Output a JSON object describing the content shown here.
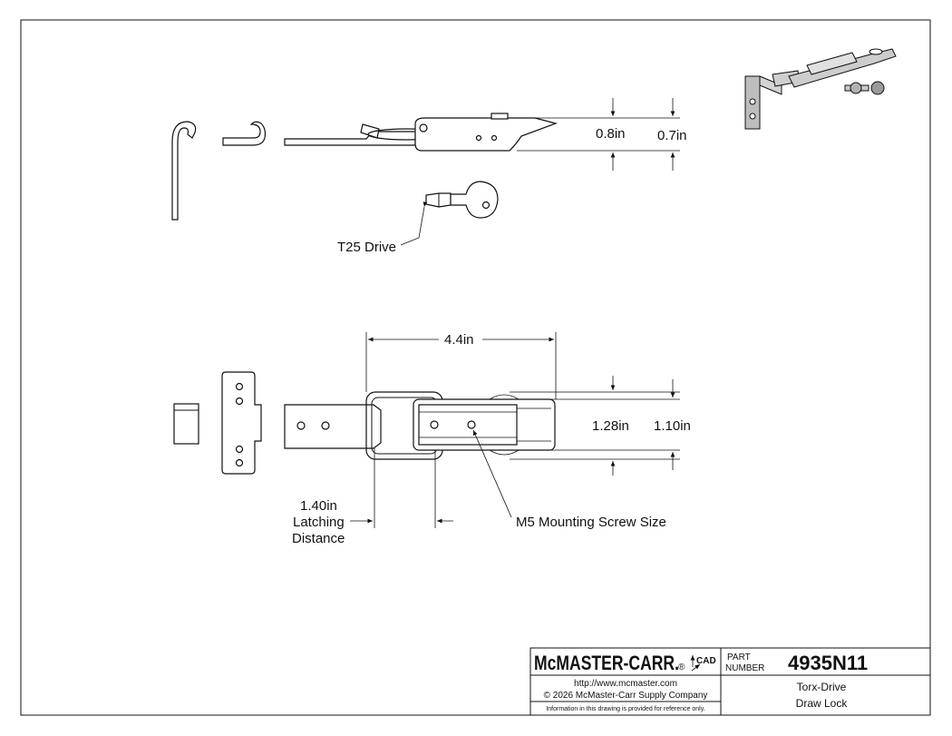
{
  "labels": {
    "t25_drive": "T25 Drive",
    "dim_width": "4.4in",
    "dim_h_side1": "0.8in",
    "dim_h_side2": "0.7in",
    "dim_h_front1": "1.28in",
    "dim_h_front2": "1.10in",
    "latching_value": "1.40in",
    "latching_line1": "Latching",
    "latching_line2": "Distance",
    "mounting_screw": "M5 Mounting Screw Size"
  },
  "title_block": {
    "brand": "McMASTER-CARR.",
    "brand_suffix": "®",
    "cad_mark": "CAD",
    "part_label_line1": "PART",
    "part_label_line2": "NUMBER",
    "part_number": "4935N11",
    "url": "http://www.mcmaster.com",
    "copyright": "© 2026 McMaster-Carr Supply Company",
    "disclaimer": "Information in this drawing is provided for reference only.",
    "description_line1": "Torx-Drive",
    "description_line2": "Draw Lock"
  }
}
